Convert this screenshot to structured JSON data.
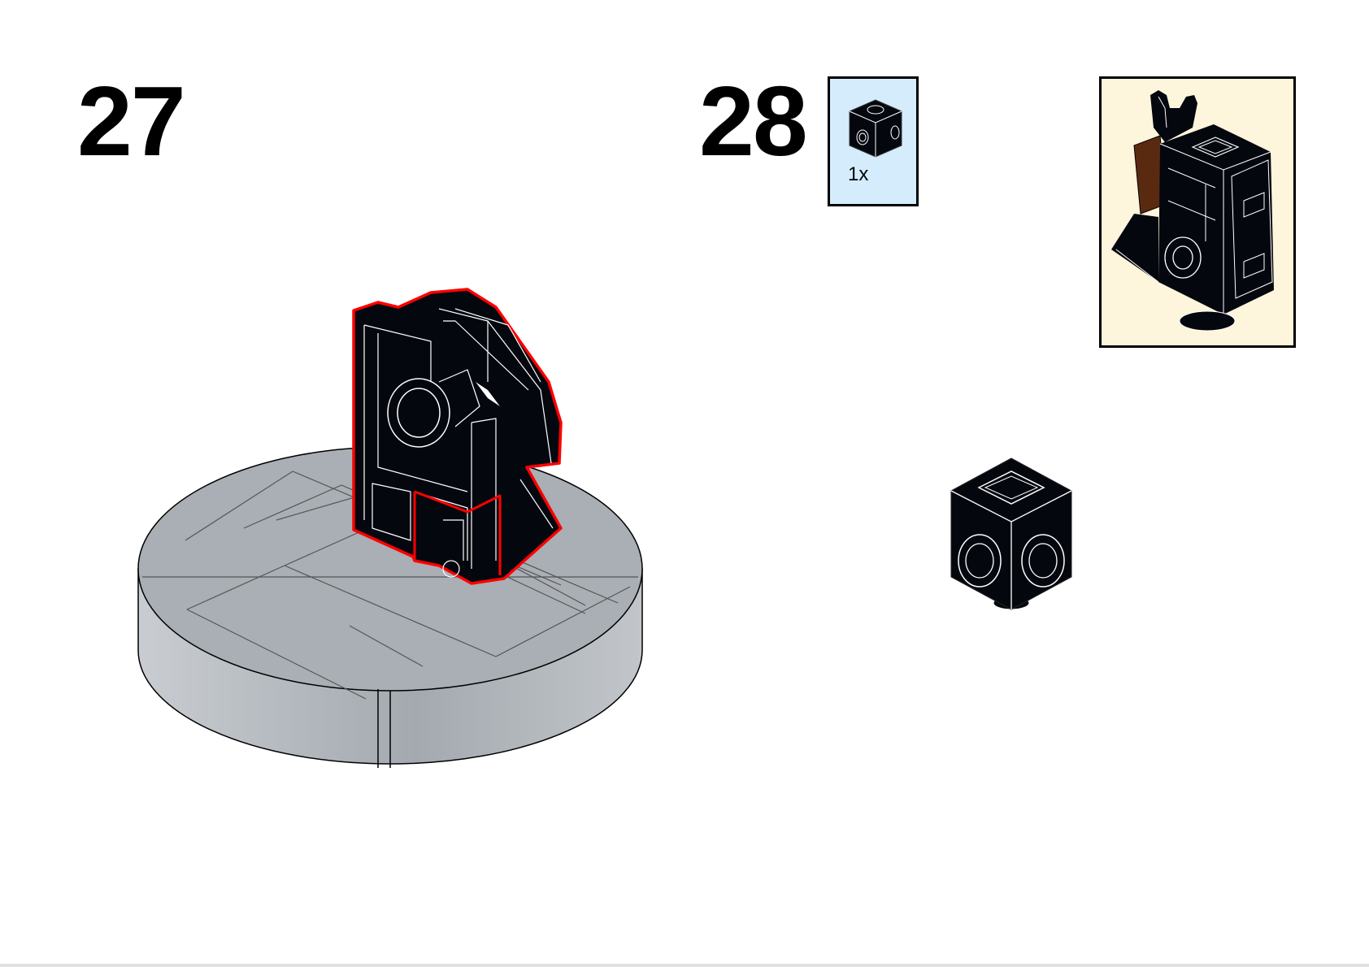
{
  "steps": [
    {
      "number": "27"
    },
    {
      "number": "28",
      "parts": [
        {
          "quantity": "1x",
          "part": "black-brick-1x1-studs-on-sides"
        }
      ]
    }
  ],
  "colors": {
    "brick_black": "#05070f",
    "base_grey": "#a5abb1",
    "highlight_red": "#ff0000",
    "callout_blue": "#d4ecfb",
    "preview_cream": "#fdf5dc",
    "brown_accent": "#5a2a10"
  }
}
